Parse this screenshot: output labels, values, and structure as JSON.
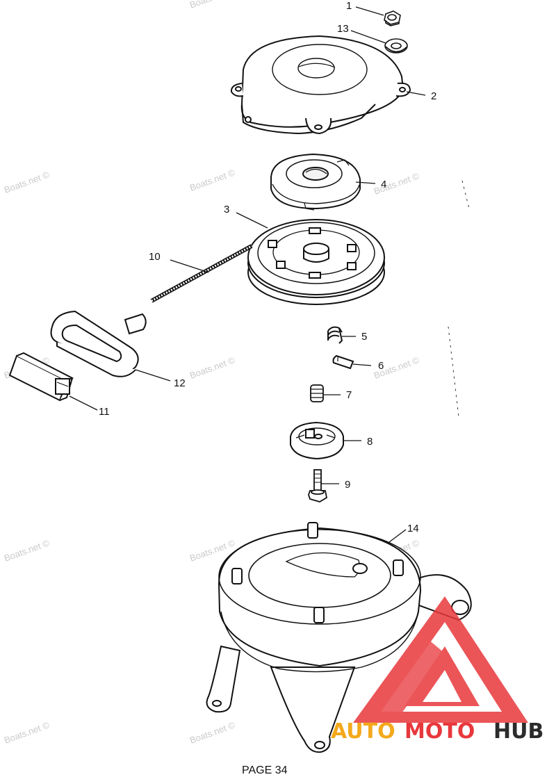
{
  "diagram": {
    "page_label": "PAGE 34",
    "watermark": "Boats.net ©",
    "callouts": {
      "c1": "1",
      "c2": "2",
      "c3": "3",
      "c4": "4",
      "c5": "5",
      "c6": "6",
      "c7": "7",
      "c8": "8",
      "c9": "9",
      "c10": "10",
      "c11": "11",
      "c12": "12",
      "c13": "13",
      "c14": "14"
    }
  },
  "logo": {
    "word_1": "AUTO",
    "word_2": "MOTO",
    "word_3": "HUB",
    "colors": {
      "auto": "#f4a91c",
      "moto": "#e8383c",
      "hub": "#2b2b2b",
      "triangle": "#e8383c"
    }
  }
}
